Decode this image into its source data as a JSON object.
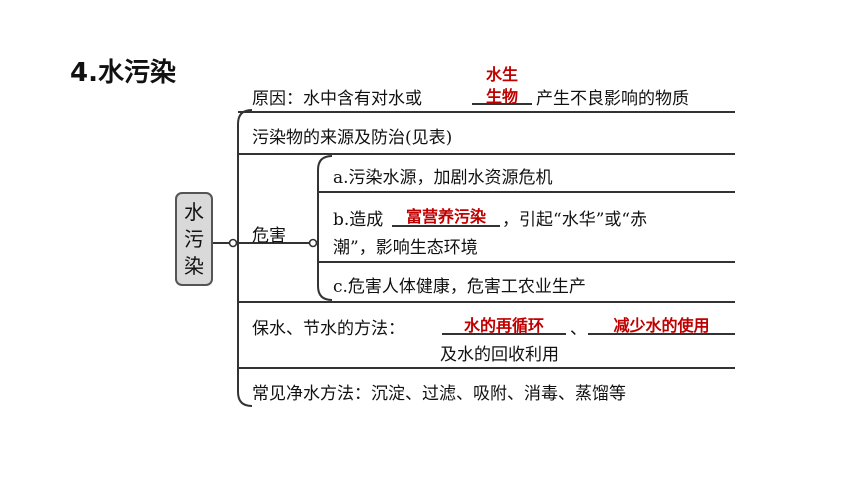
{
  "title": "4.水污染",
  "root_label": [
    "水",
    "污",
    "染"
  ],
  "cause": {
    "prefix": "原因：水中含有对水或",
    "answer_line1": "水生",
    "answer_line2": "生物",
    "suffix": "产生不良影响的物质"
  },
  "sources": "污染物的来源及防治(见表)",
  "harm": {
    "label": "危害",
    "a": "a.污染水源，加剧水资源危机",
    "b_prefix": "b.造成",
    "b_answer": "富营养污染",
    "b_suffix": "，引起“水华”或“赤",
    "b_line2": "潮”，影响生态环境",
    "c": "c.危害人体健康，危害工农业生产"
  },
  "save": {
    "prefix": "保水、节水的方法：",
    "answer1": "水的再循环",
    "separator": "、",
    "answer2": "减少水的使用",
    "line2": "及水的回收利用"
  },
  "purify": "常见净水方法：沉淀、过滤、吸附、消毒、蒸馏等"
}
